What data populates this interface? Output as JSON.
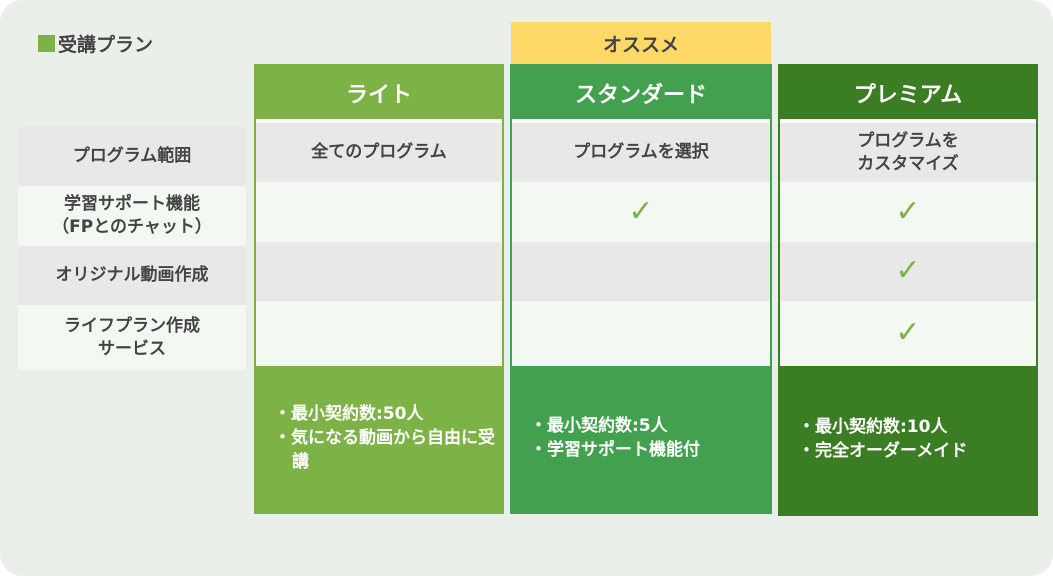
{
  "title": "受講プラン",
  "recommend_badge": "オススメ",
  "row_labels": [
    "プログラム範囲",
    "学習サポート機能\n（FPとのチャット）",
    "オリジナル動画作成",
    "ライフプラン作成\nサービス"
  ],
  "plans": [
    {
      "name": "ライト",
      "color": "#7db346",
      "program": "全てのプログラム",
      "support": false,
      "video": false,
      "lifeplan": false,
      "notes": [
        "・最小契約数:50人",
        "・気になる動画から自由に受講"
      ]
    },
    {
      "name": "スタンダード",
      "color": "#43a04f",
      "program": "プログラムを選択",
      "support": true,
      "video": false,
      "lifeplan": false,
      "notes": [
        "・最小契約数:5人",
        "・学習サポート機能付"
      ]
    },
    {
      "name": "プレミアム",
      "color": "#3a7d22",
      "program": "プログラムを\nカスタマイズ",
      "support": true,
      "video": true,
      "lifeplan": true,
      "notes": [
        "・最小契約数:10人",
        "・完全オーダーメイド"
      ]
    }
  ],
  "check_symbol": "✓"
}
